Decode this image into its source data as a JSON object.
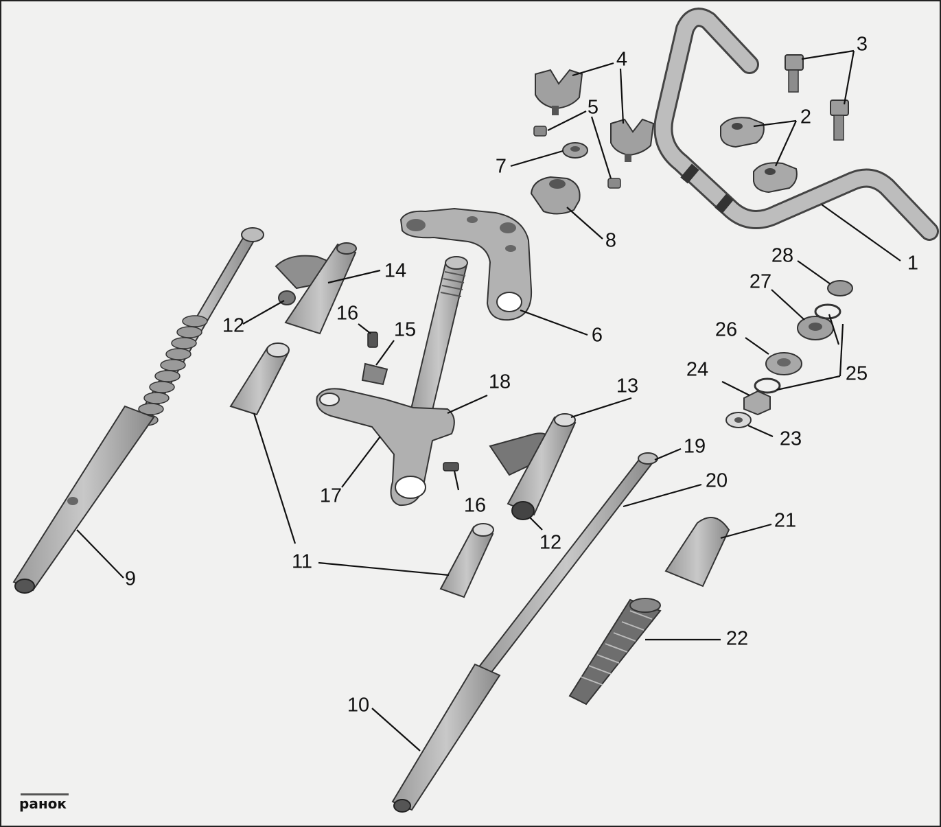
{
  "diagram": {
    "labels": {
      "p1": "1",
      "p2": "2",
      "p3": "3",
      "p4": "4",
      "p5": "5",
      "p6": "6",
      "p7": "7",
      "p8": "8",
      "p9": "9",
      "p10": "10",
      "p11": "11",
      "p12a": "12",
      "p12b": "12",
      "p13": "13",
      "p14": "14",
      "p15": "15",
      "p16a": "16",
      "p16b": "16",
      "p17": "17",
      "p18": "18",
      "p19": "19",
      "p20": "20",
      "p21": "21",
      "p22": "22",
      "p23": "23",
      "p24": "24",
      "p25": "25",
      "p26": "26",
      "p27": "27",
      "p28": "28"
    },
    "logo": "ранок",
    "colors": {
      "part_fill": "#b4b4b4",
      "part_dark": "#7a7a7a",
      "line": "#111111",
      "background": "#f1f1f0"
    }
  }
}
